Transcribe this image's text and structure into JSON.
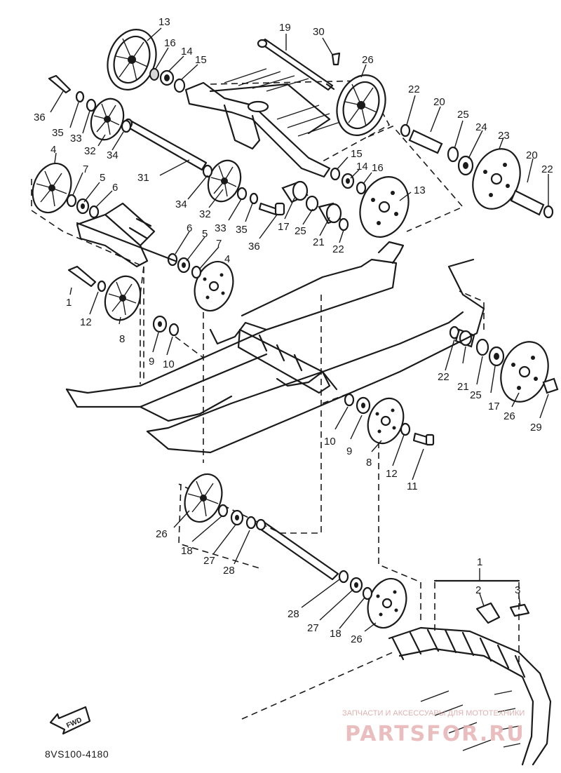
{
  "diagram": {
    "drawing_code": "8VS100-4180",
    "direction_arrow_label": "FWD",
    "callouts": [
      {
        "id": "c13a",
        "text": "13"
      },
      {
        "id": "c16a",
        "text": "16"
      },
      {
        "id": "c14a",
        "text": "14"
      },
      {
        "id": "c15a",
        "text": "15"
      },
      {
        "id": "c19",
        "text": "19"
      },
      {
        "id": "c30",
        "text": "30"
      },
      {
        "id": "c26a",
        "text": "26"
      },
      {
        "id": "c22a",
        "text": "22"
      },
      {
        "id": "c20a",
        "text": "20"
      },
      {
        "id": "c25a",
        "text": "25"
      },
      {
        "id": "c24",
        "text": "24"
      },
      {
        "id": "c23",
        "text": "23"
      },
      {
        "id": "c20b",
        "text": "20"
      },
      {
        "id": "c22b",
        "text": "22"
      },
      {
        "id": "c36a",
        "text": "36"
      },
      {
        "id": "c35a",
        "text": "35"
      },
      {
        "id": "c33a",
        "text": "33"
      },
      {
        "id": "c32a",
        "text": "32"
      },
      {
        "id": "c34a",
        "text": "34"
      },
      {
        "id": "c15b",
        "text": "15"
      },
      {
        "id": "c14b",
        "text": "14"
      },
      {
        "id": "c16b",
        "text": "16"
      },
      {
        "id": "c13b",
        "text": "13"
      },
      {
        "id": "c4a",
        "text": "4"
      },
      {
        "id": "c7a",
        "text": "7"
      },
      {
        "id": "c5a",
        "text": "5"
      },
      {
        "id": "c6a",
        "text": "6"
      },
      {
        "id": "c31",
        "text": "31"
      },
      {
        "id": "c34b",
        "text": "34"
      },
      {
        "id": "c32b",
        "text": "32"
      },
      {
        "id": "c33b",
        "text": "33"
      },
      {
        "id": "c35b",
        "text": "35"
      },
      {
        "id": "c36b",
        "text": "36"
      },
      {
        "id": "c17a",
        "text": "17"
      },
      {
        "id": "c25b",
        "text": "25"
      },
      {
        "id": "c21a",
        "text": "21"
      },
      {
        "id": "c22c",
        "text": "22"
      },
      {
        "id": "c6b",
        "text": "6"
      },
      {
        "id": "c5b",
        "text": "5"
      },
      {
        "id": "c7b",
        "text": "7"
      },
      {
        "id": "c4b",
        "text": "4"
      },
      {
        "id": "c1a",
        "text": "1"
      },
      {
        "id": "c12a",
        "text": "12"
      },
      {
        "id": "c8a",
        "text": "8"
      },
      {
        "id": "c9a",
        "text": "9"
      },
      {
        "id": "c10a",
        "text": "10"
      },
      {
        "id": "c22d",
        "text": "22"
      },
      {
        "id": "c21b",
        "text": "21"
      },
      {
        "id": "c25c",
        "text": "25"
      },
      {
        "id": "c17b",
        "text": "17"
      },
      {
        "id": "c26b",
        "text": "26"
      },
      {
        "id": "c29",
        "text": "29"
      },
      {
        "id": "c10b",
        "text": "10"
      },
      {
        "id": "c9b",
        "text": "9"
      },
      {
        "id": "c8b",
        "text": "8"
      },
      {
        "id": "c12b",
        "text": "12"
      },
      {
        "id": "c11",
        "text": "11"
      },
      {
        "id": "c26c",
        "text": "26"
      },
      {
        "id": "c18a",
        "text": "18"
      },
      {
        "id": "c27a",
        "text": "27"
      },
      {
        "id": "c28a",
        "text": "28"
      },
      {
        "id": "c28b",
        "text": "28"
      },
      {
        "id": "c27b",
        "text": "27"
      },
      {
        "id": "c18b",
        "text": "18"
      },
      {
        "id": "c26d",
        "text": "26"
      },
      {
        "id": "c1b",
        "text": "1"
      },
      {
        "id": "c2",
        "text": "2"
      },
      {
        "id": "c3",
        "text": "3"
      }
    ]
  },
  "watermark": {
    "tagline": "ЗАПЧАСТИ И АКСЕССУАРЫ ДЛЯ МОТОТЕХНИКИ",
    "logo_text": "PARTSFOR.RU"
  },
  "colors": {
    "ink": "#1a1a1a",
    "background": "#ffffff",
    "watermark": "#e7b3b3"
  }
}
